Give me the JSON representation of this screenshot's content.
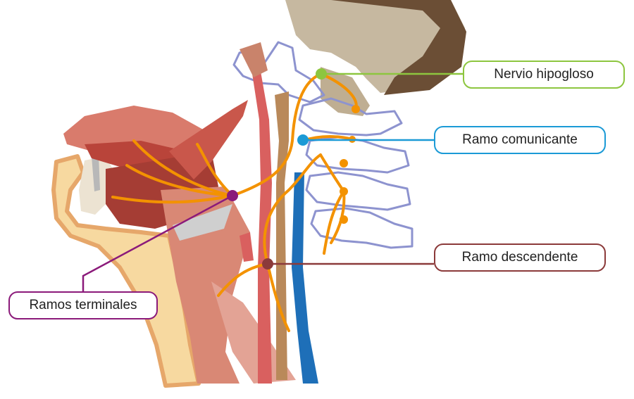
{
  "labels": {
    "hipogloso": "Nervio hipogloso",
    "comunicante": "Ramo comunicante",
    "descendente": "Ramo descendente",
    "terminales": "Ramos terminales"
  },
  "colors": {
    "hipogloso": "#8dc63f",
    "comunicante": "#1b9ad6",
    "descendente": "#8b3a3a",
    "terminales": "#8b1a7a",
    "nerve": "#f39200",
    "vertebra_outline": "#8d93cf",
    "skull": "#c6b8a0",
    "muscle": "#d98875",
    "tongue": "#c9574b",
    "vein": "#1e6fb8",
    "artery": "#d9605f",
    "bone": "#f7d9a0"
  }
}
